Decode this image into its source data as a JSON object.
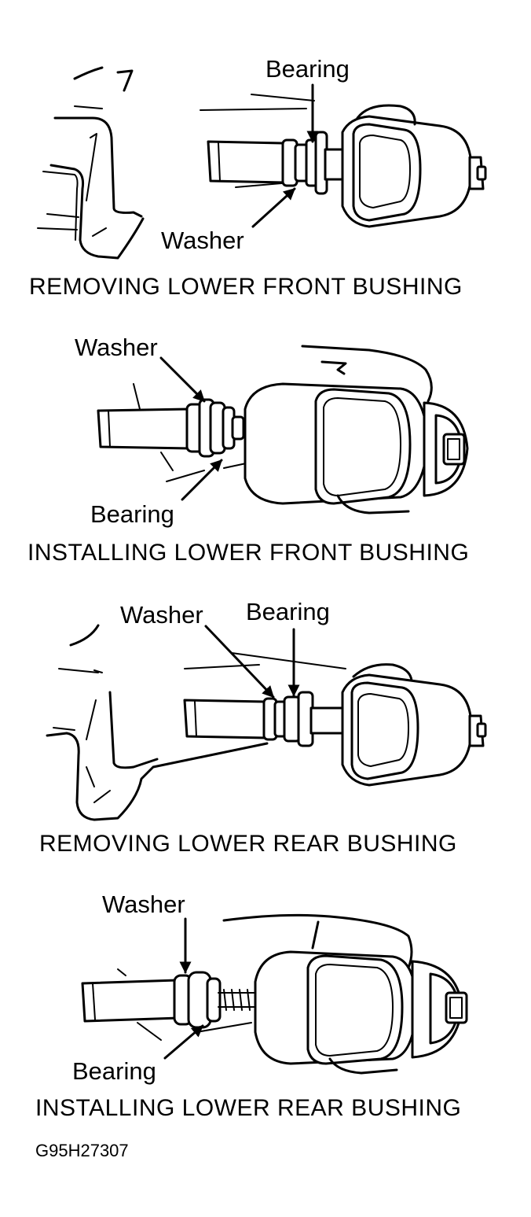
{
  "panels": [
    {
      "caption": "REMOVING LOWER FRONT BUSHING",
      "labels": {
        "bearing": "Bearing",
        "washer": "Washer"
      }
    },
    {
      "caption": "INSTALLING LOWER FRONT BUSHING",
      "labels": {
        "washer": "Washer",
        "bearing": "Bearing"
      }
    },
    {
      "caption": "REMOVING LOWER REAR BUSHING",
      "labels": {
        "washer": "Washer",
        "bearing": "Bearing"
      }
    },
    {
      "caption": "INSTALLING LOWER REAR BUSHING",
      "labels": {
        "washer": "Washer",
        "bearing": "Bearing"
      }
    }
  ],
  "figure_code": "G95H27307"
}
